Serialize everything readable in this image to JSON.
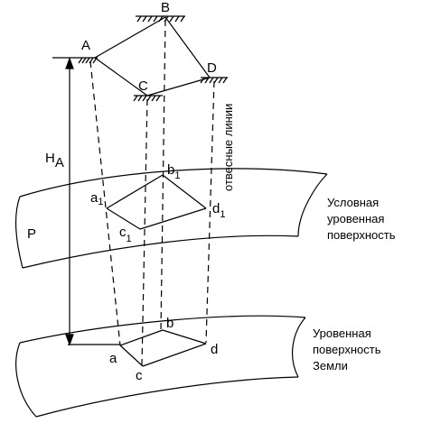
{
  "diagram": {
    "ground_points": {
      "A": "A",
      "B": "B",
      "C": "C",
      "D": "D"
    },
    "height_label": {
      "main": "H",
      "sub": "A"
    },
    "conventional_surface": {
      "label": "P",
      "points": [
        {
          "main": "a",
          "sub": "1"
        },
        {
          "main": "b",
          "sub": "1"
        },
        {
          "main": "c",
          "sub": "1"
        },
        {
          "main": "d",
          "sub": "1"
        }
      ],
      "caption": [
        "Условная",
        "уровенная",
        "поверхность"
      ]
    },
    "earth_surface": {
      "points": [
        "a",
        "b",
        "c",
        "d"
      ],
      "caption": [
        "Уровенная",
        "поверхность",
        "Земли"
      ]
    },
    "plumb_lines_label": "отвесные линии"
  }
}
